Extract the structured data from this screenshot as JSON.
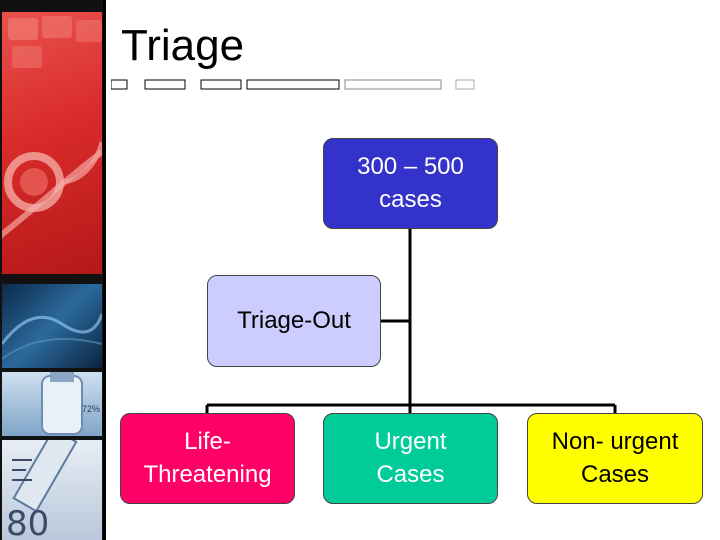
{
  "slide": {
    "title": "Triage",
    "boxes": {
      "top": "300 – 500\ncases",
      "mid": "Triage-Out",
      "life": "Life-\nThreatening",
      "urgent": "Urgent\nCases",
      "nonurgent": "Non- urgent\nCases"
    },
    "colors": {
      "top": "#3333cc",
      "mid": "#ccccff",
      "life": "#ff0066",
      "urgent": "#00cc99",
      "nonurgent": "#ffff00"
    },
    "sidebar": {
      "vial_label": "72%",
      "scale_number": "80"
    }
  }
}
